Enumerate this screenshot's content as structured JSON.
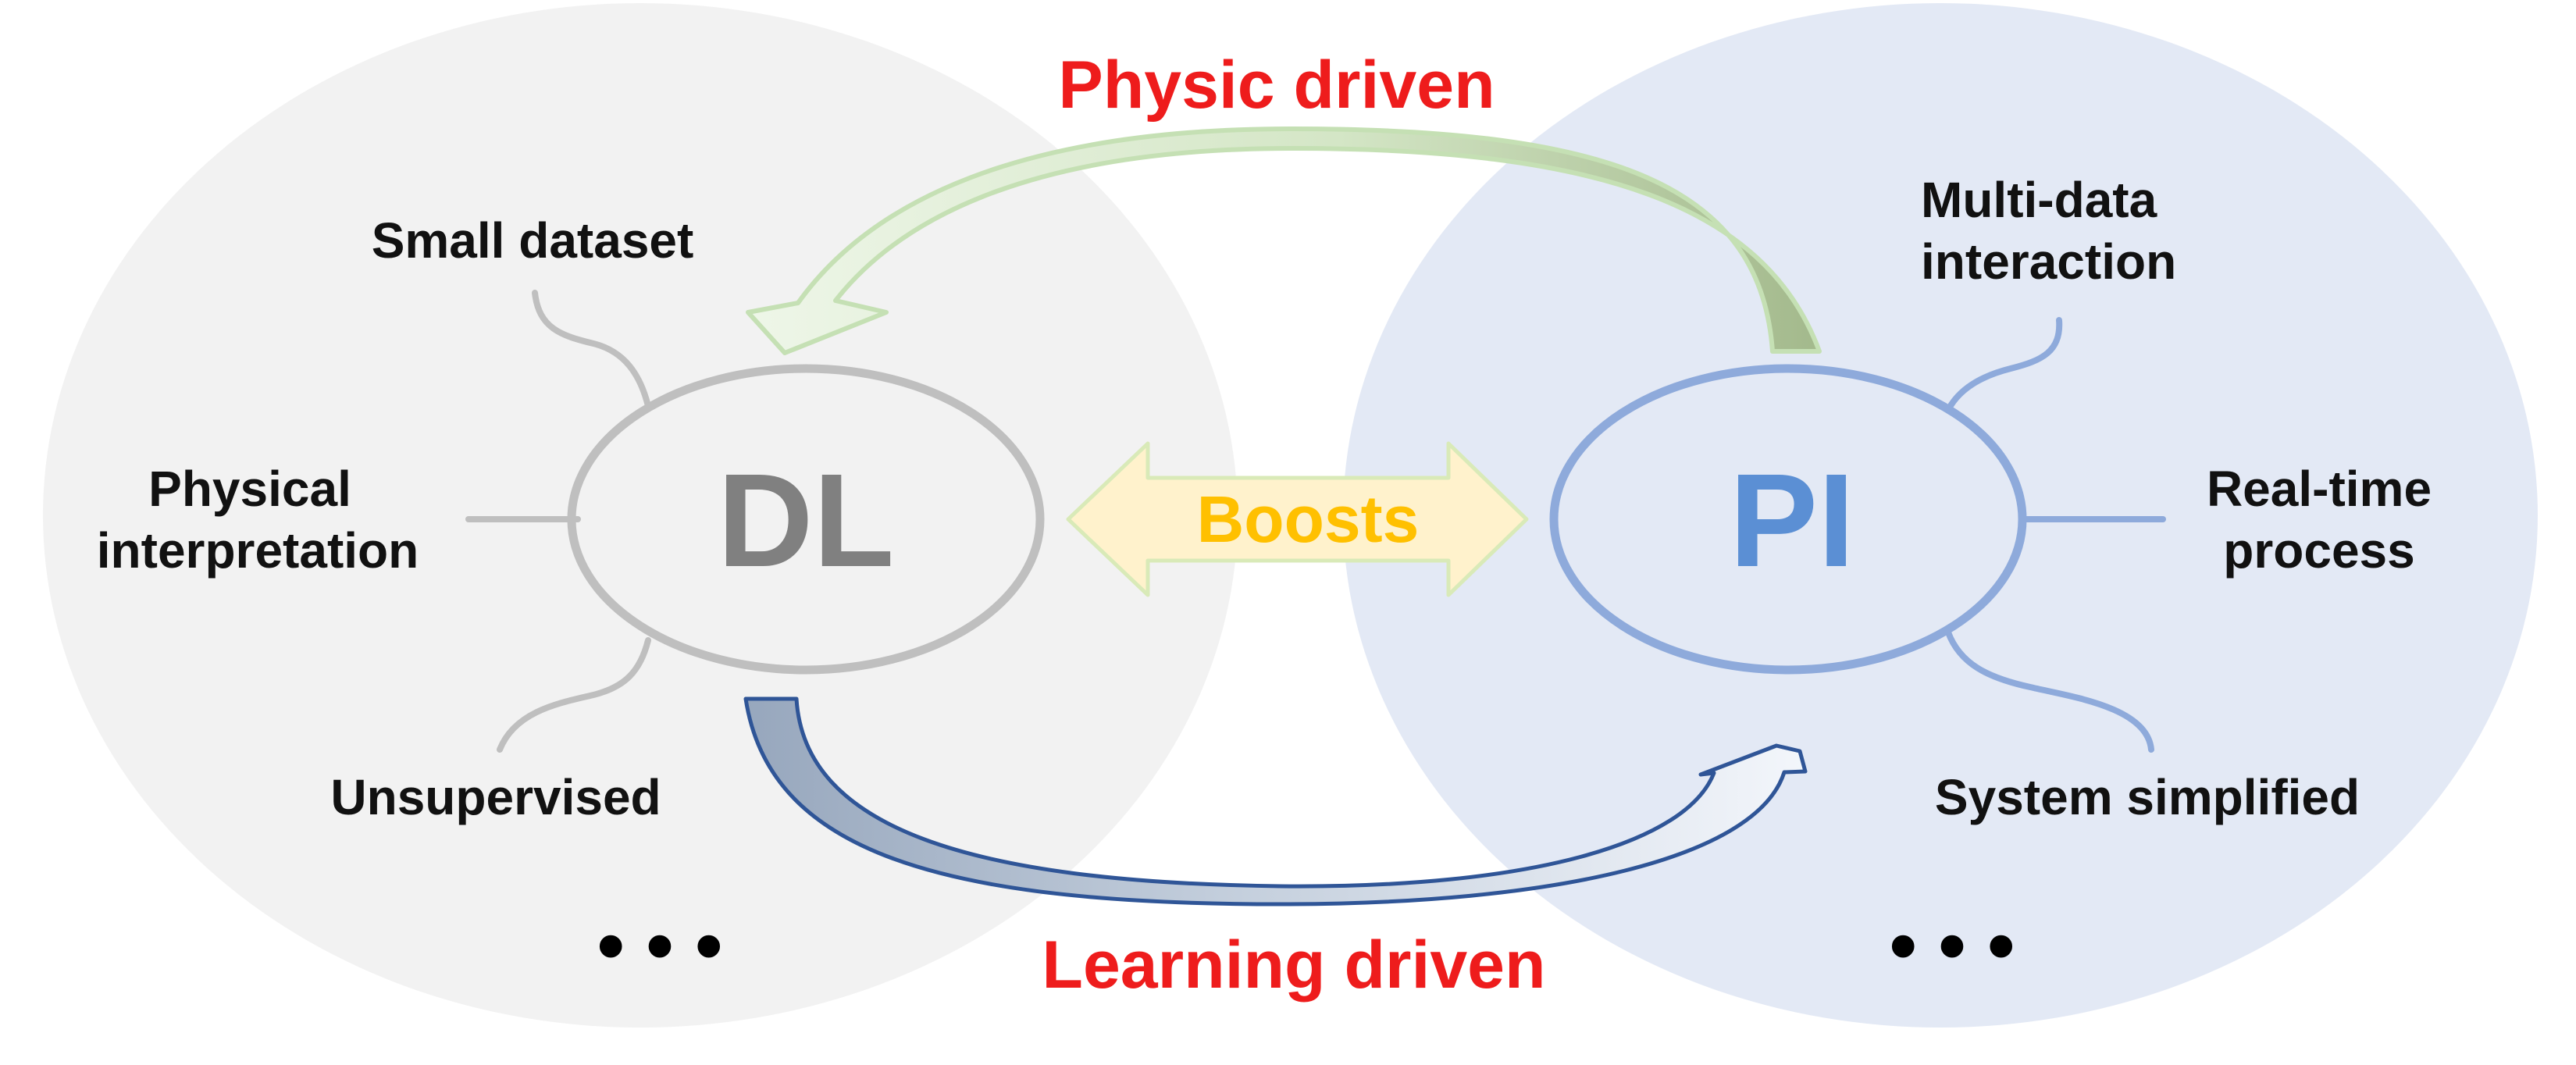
{
  "colors": {
    "dl_background": "#f2f2f2",
    "pi_background": "#e1e7f4",
    "dl_outline": "#bfbfbf",
    "dl_text": "#808080",
    "pi_outline": "#8eaadb",
    "pi_text": "#5b8fd4",
    "driver_text": "#ee1c1c",
    "boost_text": "#ffc000",
    "boost_fill": "#fff2cc",
    "physic_arrow_fill": "#e2efda",
    "physic_arrow_stroke": "#c5e0b4",
    "learning_arrow_stroke": "#2f5597"
  },
  "dl": {
    "label": "DL",
    "features": {
      "top": "Small dataset",
      "middle_line1": "Physical",
      "middle_line2": "interpretation",
      "bottom": "Unsupervised",
      "ellipsis": "• • •"
    }
  },
  "pi": {
    "label": "PI",
    "features": {
      "top_line1": "Multi-data",
      "top_line2": "interaction",
      "middle_line1": "Real-time",
      "middle_line2": "process",
      "bottom": "System simplified",
      "ellipsis": "• • •"
    }
  },
  "center": {
    "boost_label": "Boosts"
  },
  "arrows": {
    "top_label": "Physic driven",
    "bottom_label": "Learning driven"
  }
}
